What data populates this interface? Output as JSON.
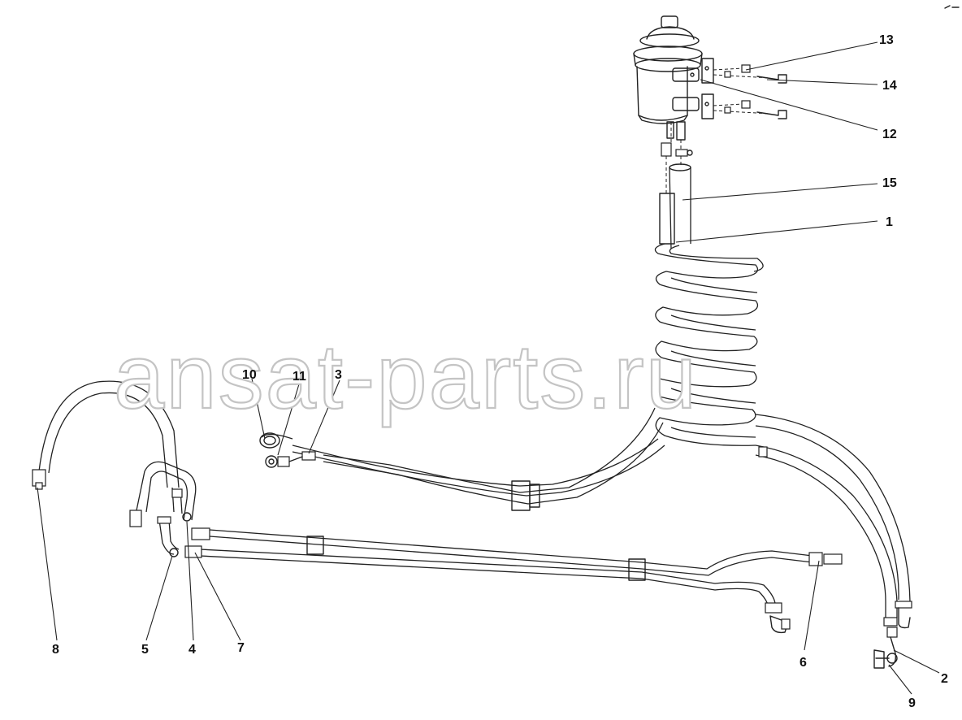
{
  "watermark": "ansat-parts.ru",
  "callouts": {
    "c1": "1",
    "c2": "2",
    "c3": "3",
    "c4": "4",
    "c5": "5",
    "c6": "6",
    "c7": "7",
    "c8": "8",
    "c9": "9",
    "c10": "10",
    "c11": "11",
    "c12": "12",
    "c13": "13",
    "c14": "14",
    "c15": "15"
  }
}
